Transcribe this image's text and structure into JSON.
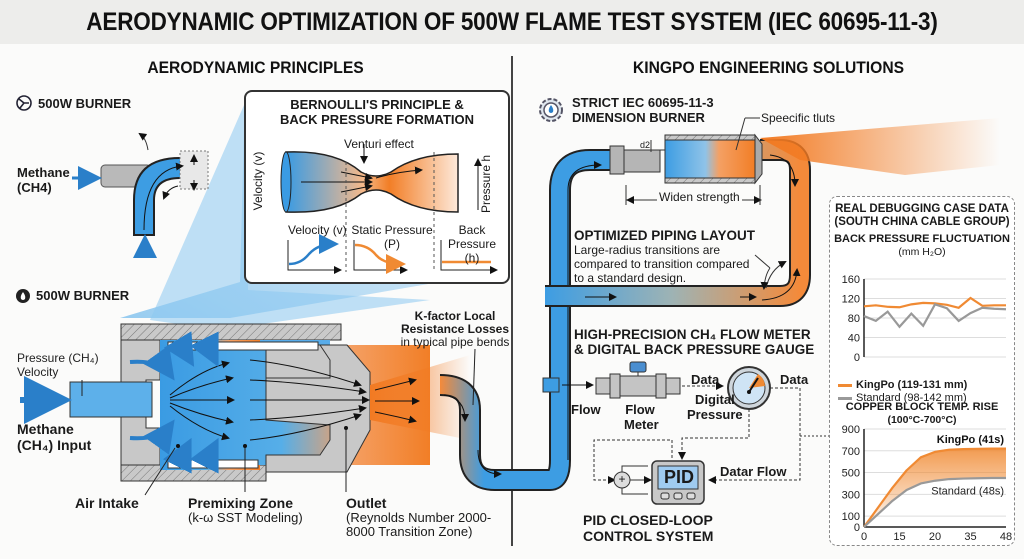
{
  "title": "AERODYNAMIC OPTIMIZATION OF 500W FLAME TEST SYSTEM (IEC 60695-11-3)",
  "left": {
    "heading": "AERODYNAMIC PRINCIPLES",
    "elbow": {
      "label": "500W BURNER",
      "icon": "fan-icon",
      "input_label_1": "Methane",
      "input_label_2": "(CH4)"
    },
    "bernoulli": {
      "title_1": "BERNOULLI'S PRINCIPLE &",
      "title_2": "BACK PRESSURE FORMATION",
      "venturi": "Venturi effect",
      "y_axis": "Velocity (v)",
      "right_axis": "Pressure h",
      "graphs": [
        {
          "label_1": "Velocity (v)",
          "label_2": ""
        },
        {
          "label_1": "Static Pressure",
          "label_2": "(P)"
        },
        {
          "label_1": "Back",
          "label_2": "Pressure",
          "label_3": "(h)"
        }
      ]
    },
    "burner": {
      "label": "500W BURNER",
      "icon": "flame-icon",
      "pressure_label_1": "Pressure (CH₄)",
      "pressure_label_2": "Velocity",
      "input_1": "Methane",
      "input_2": "(CH₄) Input",
      "air_intake": "Air Intake",
      "premix_1": "Premixing Zone",
      "premix_2": "(k-ω SST Modeling)",
      "outlet_1": "Outlet",
      "outlet_2": "(Reynolds Number 2000-",
      "outlet_3": "8000 Transition Zone)",
      "kfactor_1": "K-factor Local",
      "kfactor_2": "Resistance Losses",
      "kfactor_3": "in typical pipe bends"
    }
  },
  "right": {
    "heading": "KINGPO ENGINEERING SOLUTIONS",
    "burner": {
      "icon": "gear-flame-icon",
      "title_1": "STRICT IEC 60695-11-3",
      "title_2": "DIMENSION BURNER",
      "callout": "Speecific tluts",
      "dim": "d2",
      "width_label": "Widen strength"
    },
    "piping": {
      "title": "OPTIMIZED PIPING LAYOUT",
      "desc_1": "Large-radius transitions are",
      "desc_2": "compared to transition compared",
      "desc_3": "to a standard design."
    },
    "meter": {
      "title_1": "HIGH-PRECISION CH₄ FLOW METER",
      "title_2": "& DIGITAL BACK PRESSURE GAUGE",
      "flow": "Flow",
      "flow_meter_1": "Flow",
      "flow_meter_2": "Meter",
      "data_1": "Data",
      "digital_1": "Digital",
      "digital_2": "Pressure",
      "data_2": "Data",
      "datar_flow": "Datar Flow",
      "pid": "PID",
      "sum": "+",
      "pid_title_1": "PID CLOSED-LOOP",
      "pid_title_2": "CONTROL SYSTEM"
    }
  },
  "colors": {
    "blue": "#3a9be3",
    "orange": "#f08a33",
    "gray": "#9a9a9a",
    "dark": "#222222"
  },
  "chart_data": [
    {
      "type": "line",
      "box_title_1": "REAL DEBUGGING CASE DATA",
      "box_title_2": "(SOUTH CHINA CABLE GROUP)",
      "title": "BACK PRESSURE FLUCTUATION",
      "subtitle": "(mm H₂O)",
      "ylim": [
        0,
        160
      ],
      "yticks": [
        "160",
        "120",
        "80",
        "40",
        "0"
      ],
      "ytick_values": [
        160,
        120,
        80,
        40,
        0
      ],
      "x": [
        0,
        1,
        2,
        3,
        4,
        5,
        6,
        7,
        8,
        9,
        10,
        11,
        12
      ],
      "series": [
        {
          "name": "KingPo (119-131 mm)",
          "color": "#f08a33",
          "values": [
            104,
            106,
            103,
            102,
            108,
            111,
            110,
            107,
            101,
            121,
            105,
            106,
            106
          ]
        },
        {
          "name": "Standard (98-142 mm)",
          "color": "#999999",
          "values": [
            84,
            74,
            93,
            62,
            89,
            64,
            108,
            100,
            74,
            90,
            101,
            99,
            98
          ]
        }
      ],
      "legend": "bottom"
    },
    {
      "type": "area",
      "title": "COPPER BLOCK TEMP. RISE",
      "subtitle": "(100°C-700°C)",
      "ylim": [
        0,
        900
      ],
      "yticks": [
        "900",
        "700",
        "500",
        "300",
        "100",
        "0"
      ],
      "ytick_values": [
        900,
        700,
        500,
        300,
        100,
        0
      ],
      "xticks": [
        "0",
        "15",
        "20",
        "35",
        "48"
      ],
      "series": [
        {
          "name": "KingPo (41s)",
          "color": "#f08a33",
          "values": [
            0,
            180,
            360,
            520,
            640,
            690,
            710,
            715,
            718,
            720,
            720
          ]
        },
        {
          "name": "Standard (48s)",
          "color": "#999999",
          "values": [
            0,
            120,
            240,
            340,
            400,
            425,
            440,
            445,
            448,
            450,
            450
          ]
        }
      ],
      "legend": "inline"
    }
  ]
}
